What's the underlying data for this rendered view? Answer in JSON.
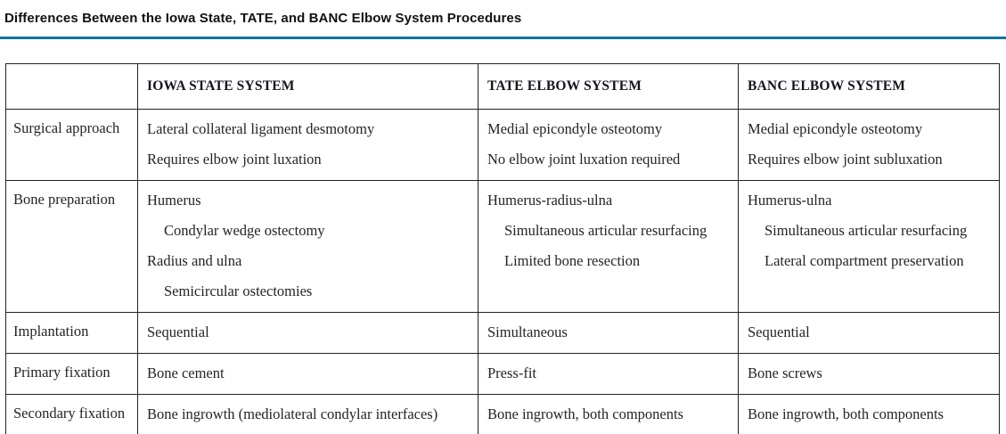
{
  "page": {
    "title": "Differences Between the Iowa State, TATE, and BANC Elbow System Procedures"
  },
  "accent_color": "#0e76a0",
  "table": {
    "headers": [
      "IOWA STATE SYSTEM",
      "TATE ELBOW SYSTEM",
      "BANC ELBOW SYSTEM"
    ],
    "rows": [
      {
        "label": "Surgical approach",
        "cells": [
          {
            "lines": [
              "Lateral collateral ligament desmotomy",
              "Requires elbow joint luxation"
            ]
          },
          {
            "lines": [
              "Medial epicondyle osteotomy",
              "No elbow joint luxation required"
            ]
          },
          {
            "lines": [
              "Medial epicondyle osteotomy",
              "Requires elbow joint subluxation"
            ]
          }
        ]
      },
      {
        "label": "Bone preparation",
        "cells": [
          {
            "lines": [
              "Humerus",
              "Condylar wedge ostectomy",
              "Radius and ulna",
              "Semicircular ostectomies"
            ],
            "indented_line_indexes": [
              1,
              3
            ]
          },
          {
            "lines": [
              "Humerus-radius-ulna",
              "Simultaneous articular resurfacing",
              "Limited bone resection"
            ],
            "indented_line_indexes": [
              1,
              2
            ]
          },
          {
            "lines": [
              "Humerus-ulna",
              "Simultaneous articular resurfacing",
              "Lateral compartment preservation"
            ],
            "indented_line_indexes": [
              1,
              2
            ]
          }
        ]
      },
      {
        "label": "Implantation",
        "cells": [
          {
            "lines": [
              "Sequential"
            ]
          },
          {
            "lines": [
              "Simultaneous"
            ]
          },
          {
            "lines": [
              "Sequential"
            ]
          }
        ]
      },
      {
        "label": "Primary fixation",
        "cells": [
          {
            "lines": [
              "Bone cement"
            ]
          },
          {
            "lines": [
              "Press-fit"
            ]
          },
          {
            "lines": [
              "Bone screws"
            ]
          }
        ]
      },
      {
        "label": "Secondary fixation",
        "cells": [
          {
            "lines": [
              "Bone ingrowth (mediolateral condylar interfaces)"
            ]
          },
          {
            "lines": [
              "Bone ingrowth, both components"
            ]
          },
          {
            "lines": [
              "Bone ingrowth, both components"
            ]
          }
        ]
      }
    ]
  }
}
